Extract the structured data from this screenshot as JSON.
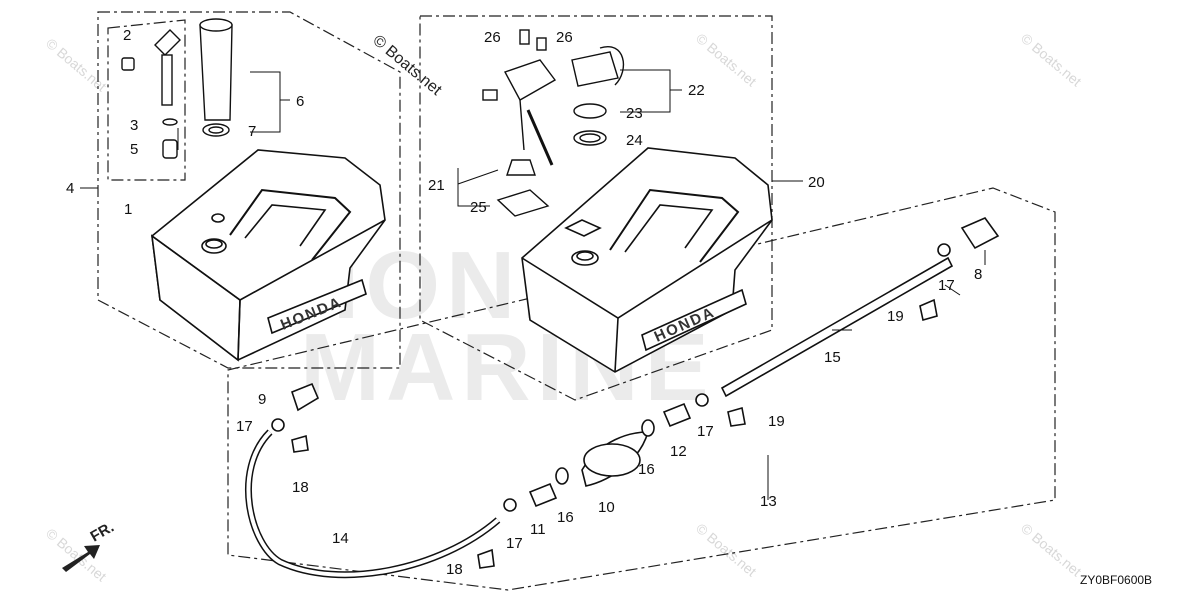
{
  "watermark": {
    "text": "© Boats.net",
    "prominent_text": "© Boats.net"
  },
  "ghost_logo": {
    "line1": "HONDA",
    "line2": "MARINE"
  },
  "tank_brand": "HONDA",
  "diagram_code": "ZY0BF0600B",
  "front_indicator": "FR.",
  "callouts": {
    "c1": "1",
    "c2": "2",
    "c3": "3",
    "c4": "4",
    "c5": "5",
    "c6": "6",
    "c7": "7",
    "c8": "8",
    "c9": "9",
    "c10": "10",
    "c11": "11",
    "c12": "12",
    "c13": "13",
    "c14": "14",
    "c15": "15",
    "c16a": "16",
    "c16b": "16",
    "c17a": "17",
    "c17b": "17",
    "c17c": "17",
    "c17d": "17",
    "c18a": "18",
    "c18b": "18",
    "c19a": "19",
    "c19b": "19",
    "c20": "20",
    "c21": "21",
    "c22": "22",
    "c23": "23",
    "c24": "24",
    "c25": "25",
    "c26a": "26",
    "c26b": "26"
  }
}
